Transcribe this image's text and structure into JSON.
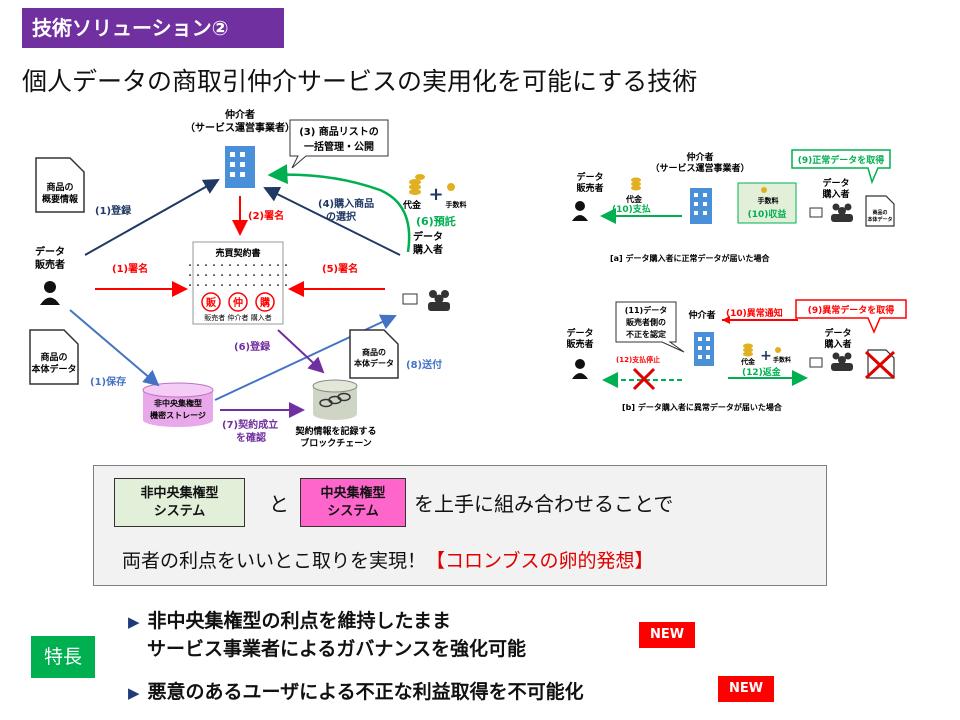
{
  "header": {
    "tag": "技術ソリューション②",
    "title": "個人データの商取引仲介サービスの実用化を可能にする技術"
  },
  "left_diagram": {
    "broker": "仲介者",
    "broker_sub": "（サービス運営事業者）",
    "broker_callout_1": "(3) 商品リストの",
    "broker_callout_2": "一括管理・公開",
    "seller_1": "データ",
    "seller_2": "販売者",
    "summary_doc_1": "商品の",
    "summary_doc_2": "概要情報",
    "body_doc_1": "商品の",
    "body_doc_2": "本体データ",
    "buyer_1": "データ",
    "buyer_2": "購入者",
    "contract_title": "売買契約書",
    "seal_sell": "販",
    "seal_broker": "仲",
    "seal_buy": "購",
    "seal_caption": "販売者 仲介者 購入者",
    "payment": "代金",
    "fee": "手数料",
    "buyer_body_doc_1": "商品の",
    "buyer_body_doc_2": "本体データ",
    "storage_1": "非中央集権型",
    "storage_2": "機密ストレージ",
    "blockchain_1": "契約情報を記録する",
    "blockchain_2": "ブロックチェーン",
    "step_register": "(1)登録",
    "step_sign_seller": "(1)署名",
    "step_save": "(1)保存",
    "step_sign_broker": "(2)署名",
    "step_purchase_1": "(4)購入商品",
    "step_purchase_2": "の選択",
    "step_sign_buyer": "(5)署名",
    "step_deposit": "(6)預託",
    "step_register6": "(6)登録",
    "step_confirm_1": "(7)契約成立",
    "step_confirm_2": "を確認",
    "step_send": "(8)送付"
  },
  "right_a": {
    "broker": "仲介者",
    "broker_sub": "（サービス運営事業者）",
    "seller_1": "データ",
    "seller_2": "販売者",
    "buyer_1": "データ",
    "buyer_2": "購入者",
    "payment": "代金",
    "fee": "手数料",
    "pay": "(10)支払",
    "revenue": "(10)収益",
    "callout": "(9)正常データを取得",
    "doc_1": "商品の",
    "doc_2": "本体データ",
    "caption": "[a] データ購入者に正常データが届いた場合"
  },
  "right_b": {
    "broker": "仲介者",
    "seller_1": "データ",
    "seller_2": "販売者",
    "buyer_1": "データ",
    "buyer_2": "購入者",
    "callout_1": "(11)データ",
    "callout_2": "販売者側の",
    "callout_3": "不正を認定",
    "notify": "(10)異常通知",
    "abnormal_callout": "(9)異常データを取得",
    "stop": "(12)支払停止",
    "payment": "代金",
    "fee": "手数料",
    "refund": "(12)返金",
    "caption": "[b] データ購入者に異常データが届いた場合"
  },
  "combo": {
    "decentral_1": "非中央集権型",
    "decentral_2": "システム",
    "and_word": "と",
    "central_1": "中央集権型",
    "central_2": "システム",
    "rest": "を上手に組み合わせることで",
    "line2": "両者の利点をいいとこ取りを実現！",
    "line2_red": "【コロンブスの卵的発想】"
  },
  "features": {
    "badge": "特長",
    "item1_line1": "非中央集権型の利点を維持したまま",
    "item1_line2": "サービス事業者によるガバナンスを強化可能",
    "item2": "悪意のあるユーザによる不正な利益取得を不可能化",
    "new_label": "NEW"
  },
  "colors": {
    "tag": "#7030a0",
    "red": "#ff0000",
    "green": "#00b050",
    "navy": "#1f3864",
    "blue": "#4472c4",
    "purple": "#7030a0",
    "pink": "#ff66cc",
    "light_green": "#e2efd9"
  }
}
